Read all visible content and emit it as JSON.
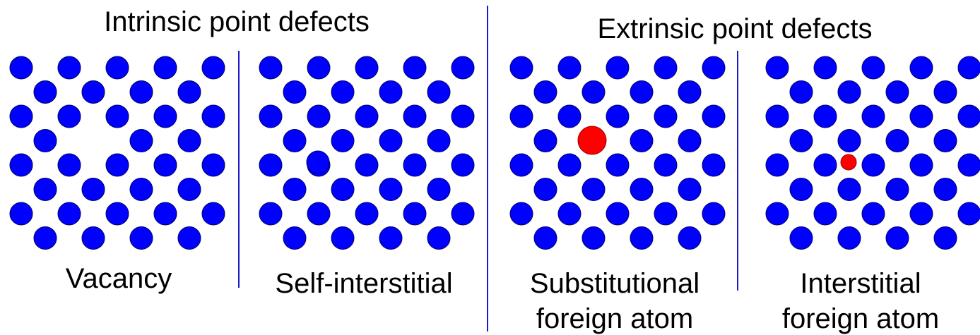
{
  "headings": {
    "intrinsic": "Intrinsic point defects",
    "extrinsic": "Extrinsic point defects"
  },
  "panels": [
    {
      "id": "vacancy",
      "caption_lines": [
        "Vacancy"
      ]
    },
    {
      "id": "self-interstitial",
      "caption_lines": [
        "Self-interstitial"
      ]
    },
    {
      "id": "substitutional",
      "caption_lines": [
        "Substitutional",
        "foreign atom"
      ]
    },
    {
      "id": "interstitial",
      "caption_lines": [
        "Interstitial",
        "foreign atom"
      ]
    }
  ],
  "colors": {
    "host_atom": "#0000ff",
    "host_outline": "#000066",
    "foreign_atom": "#ff0000",
    "foreign_outline": "#990000",
    "divider": "#1a1acc"
  }
}
